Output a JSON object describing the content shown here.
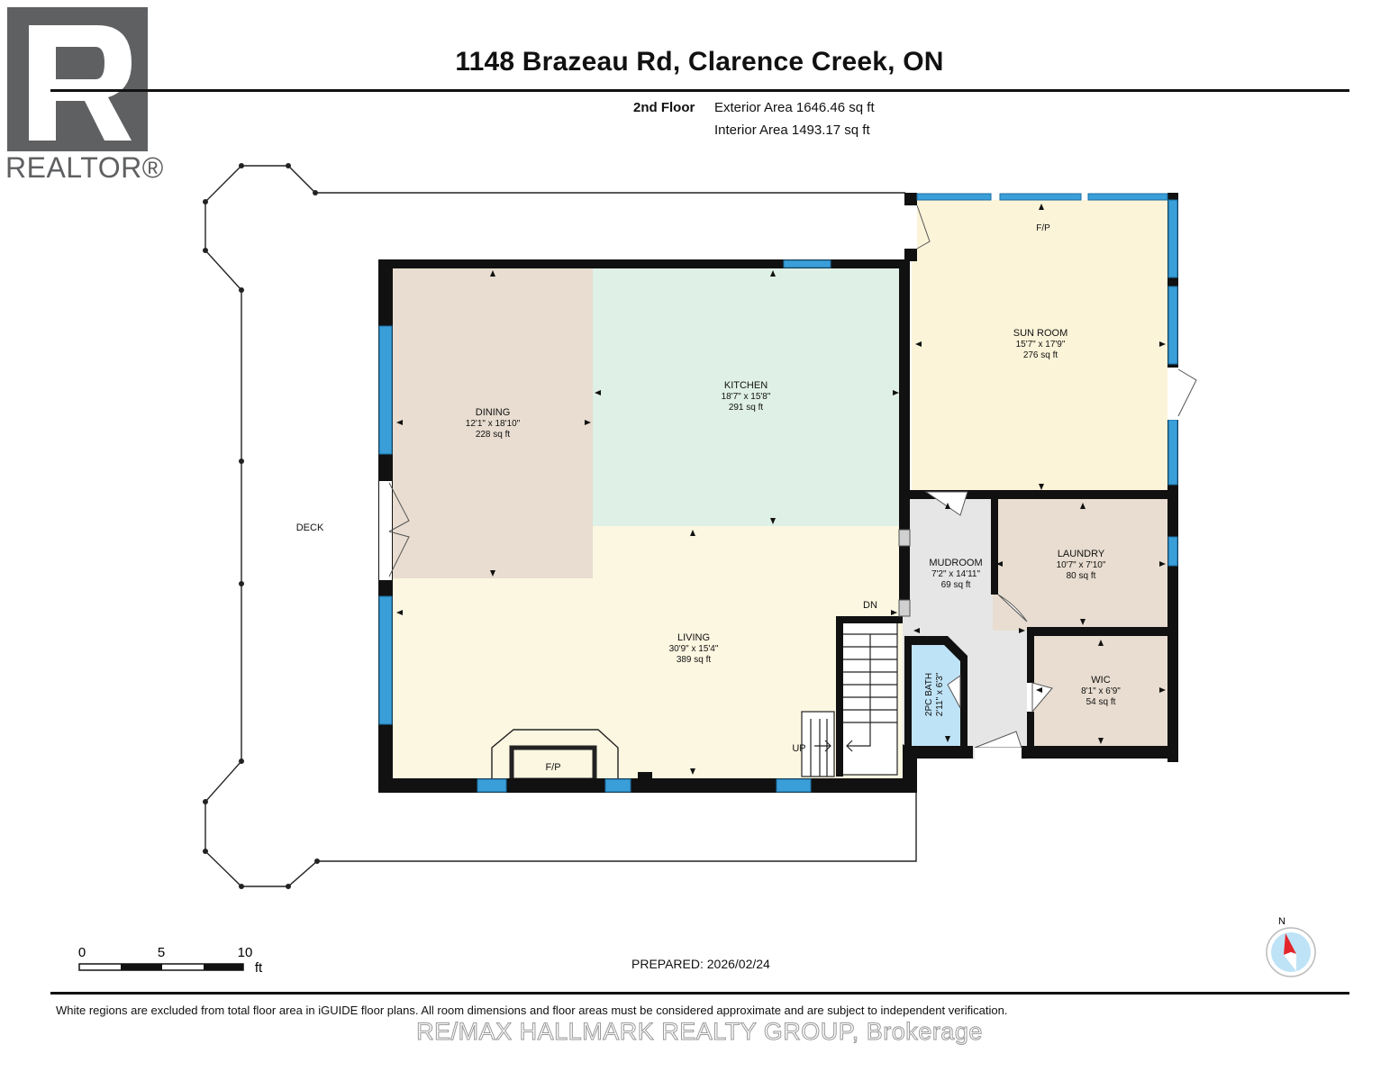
{
  "header": {
    "title": "1148 Brazeau Rd, Clarence Creek, ON",
    "floor": "2nd Floor",
    "exterior_area": "Exterior Area 1646.46 sq ft",
    "interior_area": "Interior Area 1493.17 sq ft"
  },
  "logo": {
    "text": "REALTOR®"
  },
  "rooms": {
    "dining": {
      "name": "DINING",
      "dims": "12'1\" x 18'10\"",
      "area": "228 sq ft"
    },
    "kitchen": {
      "name": "KITCHEN",
      "dims": "18'7\" x 15'8\"",
      "area": "291 sq ft"
    },
    "sunroom": {
      "name": "SUN ROOM",
      "dims": "15'7\" x 17'9\"",
      "area": "276 sq ft"
    },
    "living": {
      "name": "LIVING",
      "dims": "30'9\" x 15'4\"",
      "area": "389 sq ft"
    },
    "mudroom": {
      "name": "MUDROOM",
      "dims": "7'2\" x 14'11\"",
      "area": "69 sq ft"
    },
    "laundry": {
      "name": "LAUNDRY",
      "dims": "10'7\" x 7'10\"",
      "area": "80 sq ft"
    },
    "wic": {
      "name": "WIC",
      "dims": "8'1\" x 6'9\"",
      "area": "54 sq ft"
    },
    "bath": {
      "name": "2PC BATH",
      "dims": "2'11\" x 6'3\""
    },
    "deck": {
      "name": "DECK"
    }
  },
  "labels": {
    "fp_living": "F/P",
    "fp_sunroom": "F/P",
    "stairs_down": "DN",
    "stairs_up": "UP"
  },
  "scale": {
    "ticks": [
      "0",
      "5",
      "10"
    ],
    "unit": "ft"
  },
  "compass": {
    "label": "N"
  },
  "footer": {
    "prepared": "PREPARED: 2026/02/24",
    "disclaimer": "White regions are excluded from total floor area in iGUIDE floor plans. All room dimensions and floor areas must be considered approximate and are subject to independent verification.",
    "watermark": "RE/MAX HALLMARK REALTY GROUP, Brokerage"
  },
  "colors": {
    "dining": "#e8ddd0",
    "kitchen": "#dff0e6",
    "living": "#fcf7e1",
    "sunroom": "#fcf4d9",
    "laundry": "#e8ddd0",
    "wic": "#e8ddd0",
    "mudroom": "#e6e6e6",
    "bath": "#bfe3f6",
    "window": "#3a9fd8",
    "wall": "#111111",
    "compass_red": "#e3262b",
    "compass_blue": "#bfe3f6"
  }
}
